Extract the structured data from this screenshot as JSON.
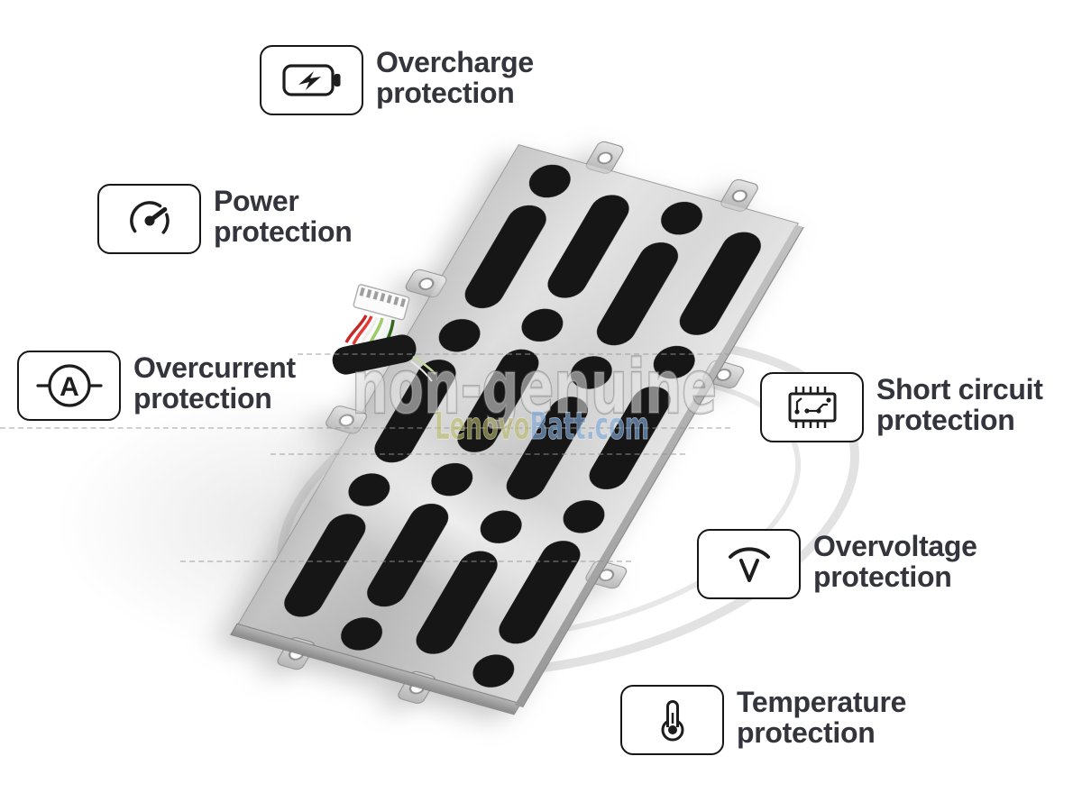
{
  "watermark": {
    "main": "non-genuine",
    "site_part1": "Lenovo",
    "site_part2": "Batt",
    "site_part3": ".com"
  },
  "callouts": [
    {
      "id": "overcharge",
      "icon": "battery-charge-icon",
      "line1": "Overcharge",
      "line2": "protection"
    },
    {
      "id": "power",
      "icon": "power-gauge-icon",
      "line1": "Power",
      "line2": "protection"
    },
    {
      "id": "overcurrent",
      "icon": "ammeter-icon",
      "line1": "Overcurrent",
      "line2": "protection"
    },
    {
      "id": "short-circuit",
      "icon": "circuit-chip-icon",
      "line1": "Short circuit",
      "line2": "protection"
    },
    {
      "id": "overvoltage",
      "icon": "voltage-arc-icon",
      "line1": "Overvoltage",
      "line2": "protection"
    },
    {
      "id": "temperature",
      "icon": "thermometer-icon",
      "line1": "Temperature",
      "line2": "protection"
    }
  ],
  "icon_glyphs": {
    "ammeter_letter": "A"
  },
  "colors": {
    "label_text": "#34343c",
    "box_border": "#161616",
    "slot_black": "#161616",
    "metal_light": "#eaeaea",
    "metal_dark": "#b0b0b0",
    "watermark_gray": "#c9c9c9",
    "watermark_yellow": "#b9b96a",
    "watermark_blue": "#7fa7d9"
  }
}
